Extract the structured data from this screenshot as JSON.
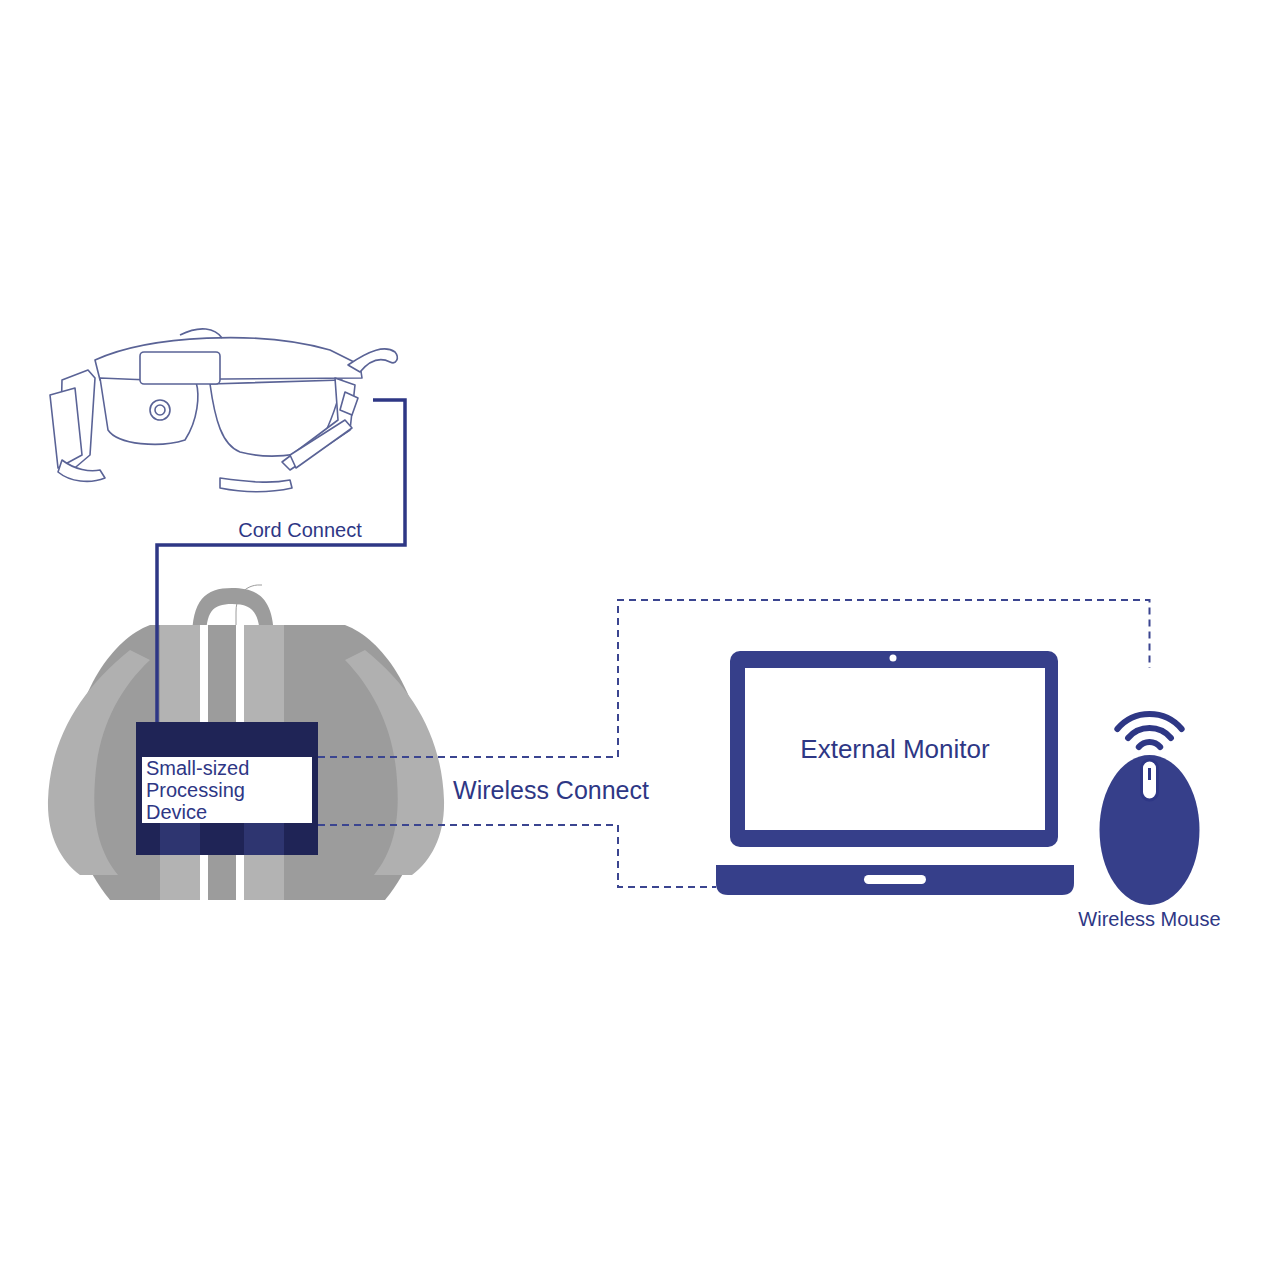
{
  "diagram": {
    "nodes": [
      {
        "text": [
          "Small-sized Processing Device"
        ]
      },
      {
        "text": [
          "External Monitor"
        ]
      },
      {
        "text": [
          "Wireless Mouse"
        ]
      }
    ],
    "edges": [
      {
        "from": 0,
        "to": 2,
        "arrow": "none"
      },
      {
        "from": 0,
        "to": 1,
        "arrow": "none"
      }
    ],
    "labels": [
      "Cord Connect",
      "Wireless Connect"
    ]
  }
}
